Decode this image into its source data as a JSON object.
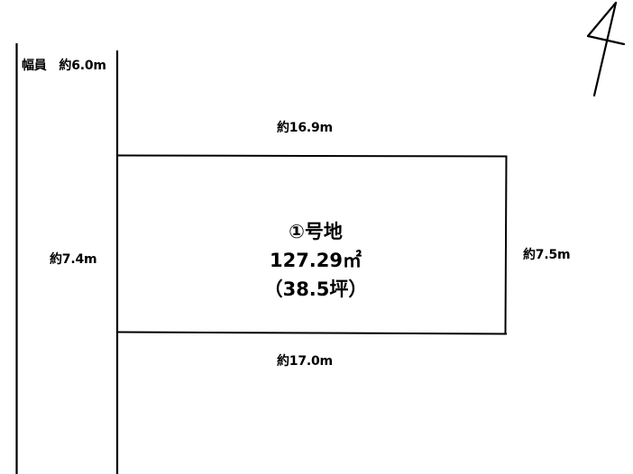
{
  "road": {
    "width_label": "幅員　約6.0m"
  },
  "dimensions": {
    "top": "約16.9m",
    "bottom": "約17.0m",
    "left": "約7.4m",
    "right": "約7.5m"
  },
  "lot": {
    "name": "①号地",
    "area_m2": "127.29㎡",
    "area_tsubo": "（38.5坪）"
  },
  "north_arrow": {
    "icon": "north-arrow-icon"
  },
  "colors": {
    "line": "#000000",
    "background": "#ffffff"
  }
}
